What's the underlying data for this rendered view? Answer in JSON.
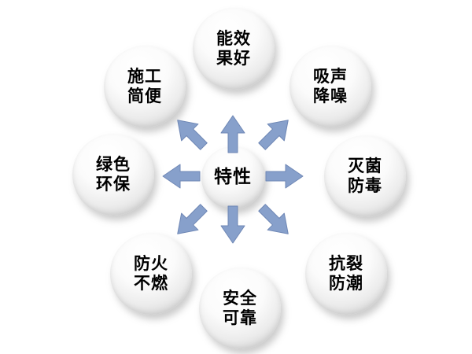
{
  "diagram": {
    "center_label": "特性",
    "nodes": [
      {
        "position": "top",
        "line1": "能效",
        "line2": "果好"
      },
      {
        "position": "top-right",
        "line1": "吸声",
        "line2": "降噪"
      },
      {
        "position": "right",
        "line1": "灭菌",
        "line2": "防毒"
      },
      {
        "position": "bottom-right",
        "line1": "抗裂",
        "line2": "防潮"
      },
      {
        "position": "bottom",
        "line1": "安全",
        "line2": "可靠"
      },
      {
        "position": "bottom-left",
        "line1": "防火",
        "line2": "不燃"
      },
      {
        "position": "left",
        "line1": "绿色",
        "line2": "环保"
      },
      {
        "position": "top-left",
        "line1": "施工",
        "line2": "简便"
      }
    ],
    "colors": {
      "arrow_fill": "#87a0cb",
      "arrow_stroke": "#6f87b5",
      "circle_edge": "#c3c3c3",
      "text": "#000000",
      "background": "#ffffff"
    }
  }
}
